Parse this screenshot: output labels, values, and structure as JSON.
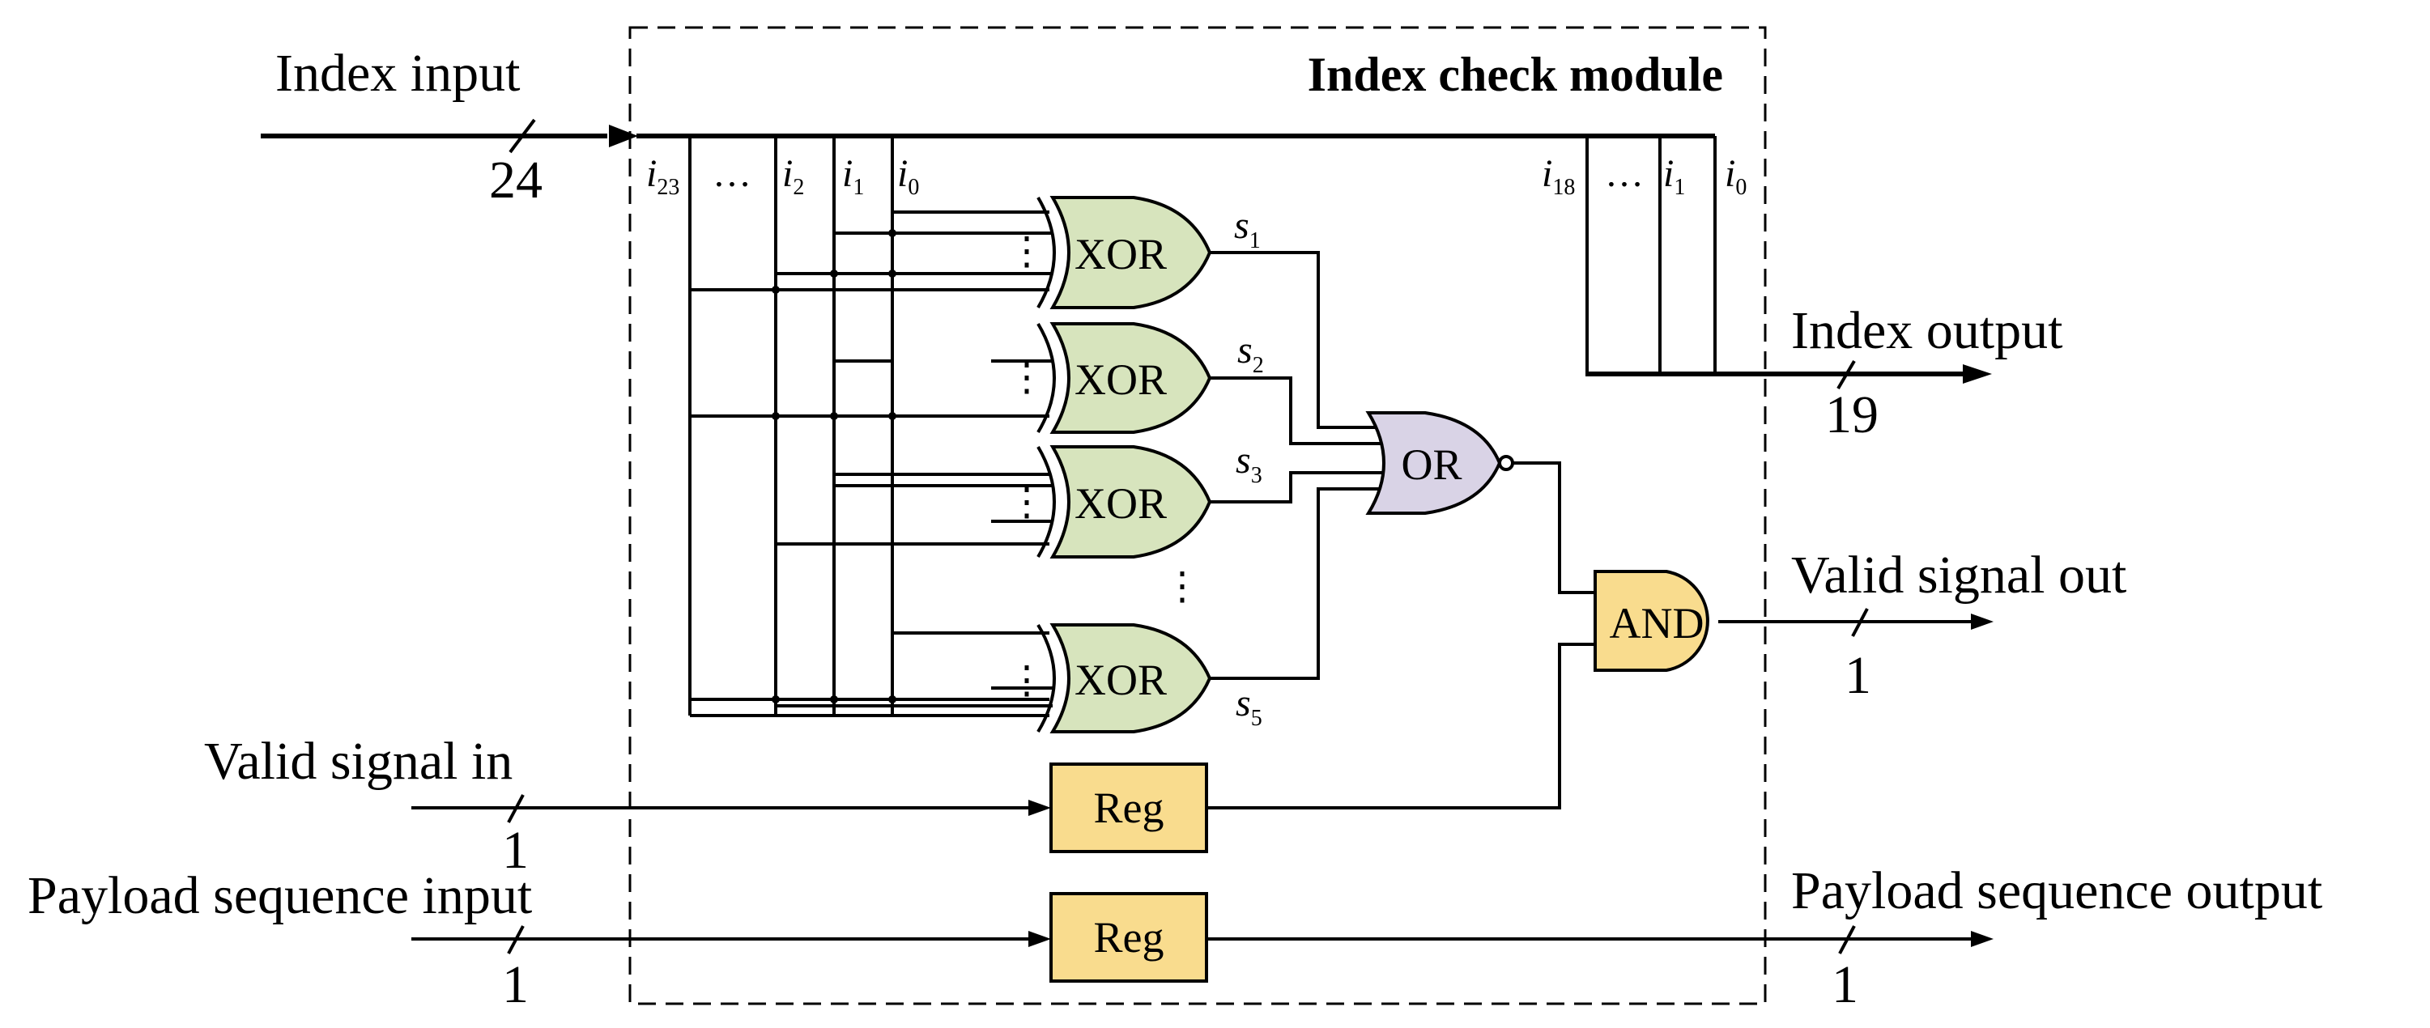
{
  "module": {
    "title": "Index check module"
  },
  "index_input": {
    "label": "Index input",
    "width": "24"
  },
  "index_output": {
    "label": "Index output",
    "width": "19"
  },
  "valid_out": {
    "label": "Valid signal out",
    "width": "1"
  },
  "valid_in": {
    "label": "Valid signal in",
    "width": "1"
  },
  "payload_in": {
    "label": "Payload sequence input",
    "width": "1"
  },
  "payload_out": {
    "label": "Payload sequence output",
    "width": "1"
  },
  "input_bits": {
    "i23": {
      "base": "i",
      "sub": "23"
    },
    "ellipsis": "…",
    "i2": {
      "base": "i",
      "sub": "2"
    },
    "i1": {
      "base": "i",
      "sub": "1"
    },
    "i0": {
      "base": "i",
      "sub": "0"
    }
  },
  "output_bits": {
    "i18": {
      "base": "i",
      "sub": "18"
    },
    "ellipsis": "…",
    "i1": {
      "base": "i",
      "sub": "1"
    },
    "i0": {
      "base": "i",
      "sub": "0"
    }
  },
  "gates": {
    "xor_label": "XOR",
    "or_label": "OR",
    "and_label": "AND",
    "reg_label": "Reg",
    "vdots": "⋮"
  },
  "syndromes": {
    "s1": {
      "base": "s",
      "sub": "1"
    },
    "s2": {
      "base": "s",
      "sub": "2"
    },
    "s3": {
      "base": "s",
      "sub": "3"
    },
    "s5": {
      "base": "s",
      "sub": "5"
    }
  }
}
